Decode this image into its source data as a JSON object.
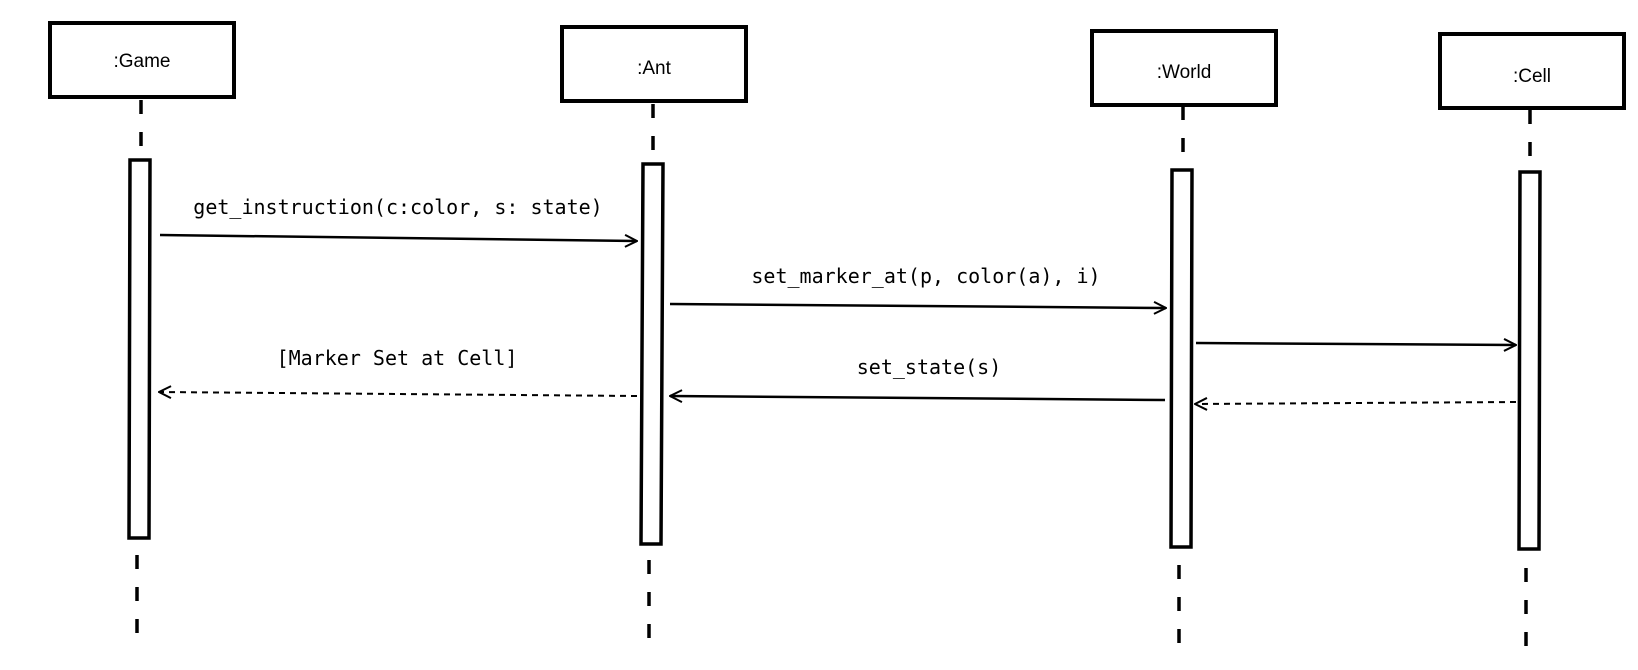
{
  "diagram": {
    "type": "sequence",
    "participants": [
      {
        "id": "game",
        "label": ":Game"
      },
      {
        "id": "ant",
        "label": ":Ant"
      },
      {
        "id": "world",
        "label": ":World"
      },
      {
        "id": "cell",
        "label": ":Cell"
      }
    ],
    "messages": [
      {
        "from": "game",
        "to": "ant",
        "label": "get_instruction(c:color, s: state)",
        "style": "solid"
      },
      {
        "from": "ant",
        "to": "world",
        "label": "set_marker_at(p, color(a), i)",
        "style": "solid"
      },
      {
        "from": "world",
        "to": "cell",
        "label": "",
        "style": "solid"
      },
      {
        "from": "world",
        "to": "ant",
        "label": "set_state(s)",
        "style": "solid"
      },
      {
        "from": "cell",
        "to": "world",
        "label": "",
        "style": "dashed"
      },
      {
        "from": "ant",
        "to": "game",
        "label": "[Marker Set at Cell]",
        "style": "dashed"
      }
    ]
  },
  "colors": {
    "stroke": "#000000",
    "background": "#ffffff"
  }
}
